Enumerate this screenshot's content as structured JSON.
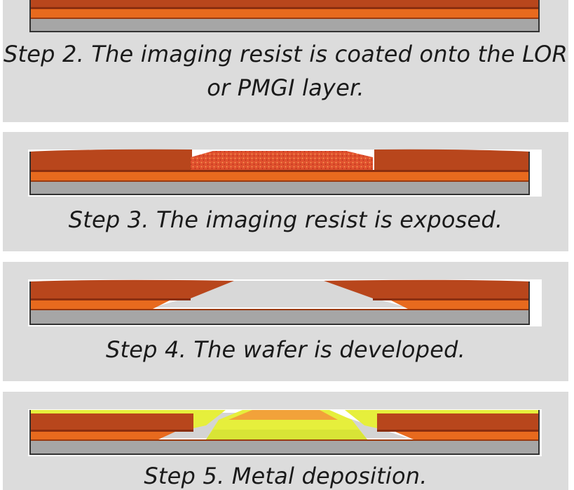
{
  "steps": [
    {
      "caption": "Step 2. The imaging resist is coated onto the LOR or PMGI layer."
    },
    {
      "caption": "Step 3. The imaging resist is exposed."
    },
    {
      "caption": "Step 4. The wafer is developed."
    },
    {
      "caption": "Step 5. Metal deposition."
    }
  ],
  "colors": {
    "panel": "#dcdcdc",
    "resist": "#b8461c",
    "lor": "#e86a1e",
    "substrate": "#a6a6a6",
    "exposed": "#e0512e",
    "metal": "#e6ef3c"
  }
}
